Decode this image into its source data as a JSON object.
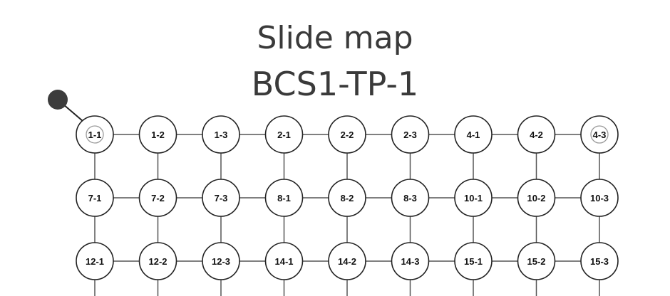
{
  "header": {
    "title": "Slide map",
    "subtitle": "BCS1-TP-1"
  },
  "grid": {
    "rows": [
      [
        "1-1",
        "1-2",
        "1-3",
        "2-1",
        "2-2",
        "2-3",
        "4-1",
        "4-2",
        "4-3"
      ],
      [
        "7-1",
        "7-2",
        "7-3",
        "8-1",
        "8-2",
        "8-3",
        "10-1",
        "10-2",
        "10-3"
      ],
      [
        "12-1",
        "12-2",
        "12-3",
        "14-1",
        "14-2",
        "14-3",
        "15-1",
        "15-2",
        "15-3"
      ]
    ],
    "marked_nodes": [
      "1-1",
      "4-3"
    ],
    "continues_below": true
  },
  "colors": {
    "line": "#555555",
    "node_stroke": "#222222",
    "marker_fill": "#3c3c3c",
    "inner_ring": "#9a9a9a",
    "title_text": "#3a3a3a"
  },
  "icons": {
    "start_marker": "filled-circle-pin"
  }
}
